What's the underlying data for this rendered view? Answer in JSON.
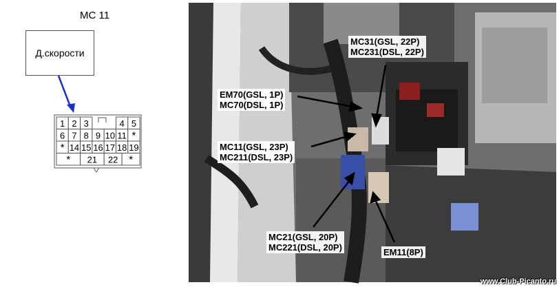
{
  "connector": {
    "title": "MC 11",
    "sensor_label": "Д.скорости",
    "pins": [
      {
        "text": "1",
        "row": 0,
        "col": 0
      },
      {
        "text": "2",
        "row": 0,
        "col": 1
      },
      {
        "text": "3",
        "row": 0,
        "col": 2
      },
      {
        "text": "4",
        "row": 0,
        "col": 5
      },
      {
        "text": "5",
        "row": 0,
        "col": 6
      },
      {
        "text": "6",
        "row": 1,
        "col": 0
      },
      {
        "text": "7",
        "row": 1,
        "col": 1
      },
      {
        "text": "8",
        "row": 1,
        "col": 2
      },
      {
        "text": "9",
        "row": 1,
        "col": 3
      },
      {
        "text": "10",
        "row": 1,
        "col": 4
      },
      {
        "text": "11",
        "row": 1,
        "col": 5
      },
      {
        "text": "*",
        "row": 1,
        "col": 6
      },
      {
        "text": "*",
        "row": 2,
        "col": 0
      },
      {
        "text": "14",
        "row": 2,
        "col": 1
      },
      {
        "text": "15",
        "row": 2,
        "col": 2
      },
      {
        "text": "16",
        "row": 2,
        "col": 3
      },
      {
        "text": "17",
        "row": 2,
        "col": 4
      },
      {
        "text": "18",
        "row": 2,
        "col": 5
      },
      {
        "text": "19",
        "row": 2,
        "col": 6
      },
      {
        "text": "*",
        "row": 3,
        "col": 0,
        "span": 2
      },
      {
        "text": "21",
        "row": 3,
        "col": 2,
        "span": 2
      },
      {
        "text": "22",
        "row": 3,
        "col": 4,
        "span": 1.5
      },
      {
        "text": "*",
        "row": 3,
        "col": 5.5,
        "span": 1.5
      }
    ]
  },
  "callouts": {
    "mc31": {
      "line1": "MC31(GSL, 22P)",
      "line2": "MC231(DSL, 22P)"
    },
    "em70": {
      "line1": "EM70(GSL, 1P)",
      "line2": "MC70(DSL, 1P)"
    },
    "mc11": {
      "line1": "MC11(GSL, 23P)",
      "line2": "MC211(DSL, 23P)"
    },
    "mc21": {
      "line1": "MC21(GSL, 20P)",
      "line2": "MC221(DSL, 20P)"
    },
    "em11": {
      "line1": "EM11(8P)"
    }
  },
  "watermark": "www.Club-Picanto.ru",
  "colors": {
    "arrow": "#1a2fd0",
    "photo_dark": "#2a2a2a",
    "photo_light": "#d9d9d9"
  }
}
